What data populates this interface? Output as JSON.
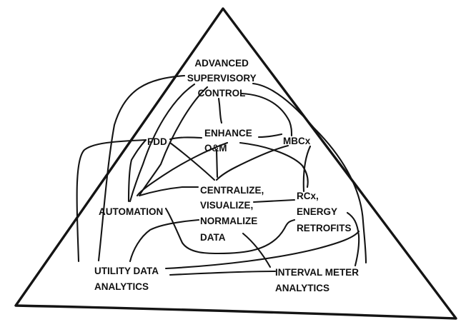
{
  "nodes": {
    "advanced_supervisory_control": [
      "ADVANCED",
      "SUPERVISORY",
      "CONTROL"
    ],
    "fdd": [
      "FDD"
    ],
    "enhance_om": [
      "ENHANCE",
      "O&M"
    ],
    "mbcx": [
      "MBCx"
    ],
    "automation": [
      "AUTOMATION"
    ],
    "centralize": [
      "CENTRALIZE,",
      "VISUALIZE,",
      "NORMALIZE",
      "DATA"
    ],
    "rcx_energy_retrofits": [
      "RCx,",
      "ENERGY",
      "RETROFITS"
    ],
    "utility_data_analytics": [
      "UTILITY DATA",
      "ANALYTICS"
    ],
    "interval_meter_analytics": [
      "INTERVAL METER",
      "ANALYTICS"
    ]
  }
}
